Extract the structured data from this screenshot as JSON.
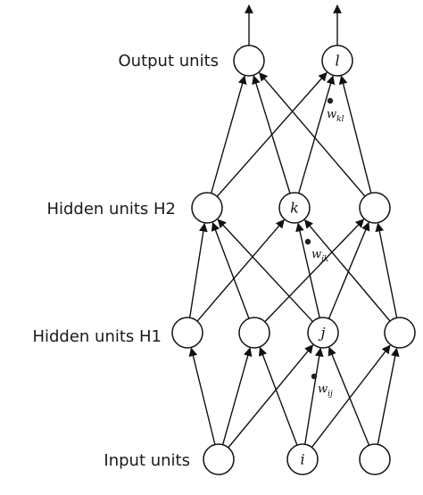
{
  "layers": {
    "output": {
      "label": "Output units",
      "node_letters": [
        "",
        "l"
      ]
    },
    "hidden2": {
      "label": "Hidden units H2",
      "node_letters": [
        "",
        "k",
        ""
      ]
    },
    "hidden1": {
      "label": "Hidden units H1",
      "node_letters": [
        "",
        "",
        "j",
        ""
      ]
    },
    "input": {
      "label": "Input units",
      "node_letters": [
        "",
        "i",
        ""
      ]
    }
  },
  "weights": [
    {
      "symbol": "w",
      "subscript": "kl"
    },
    {
      "symbol": "w",
      "subscript": "jk"
    },
    {
      "symbol": "w",
      "subscript": "ij"
    }
  ]
}
